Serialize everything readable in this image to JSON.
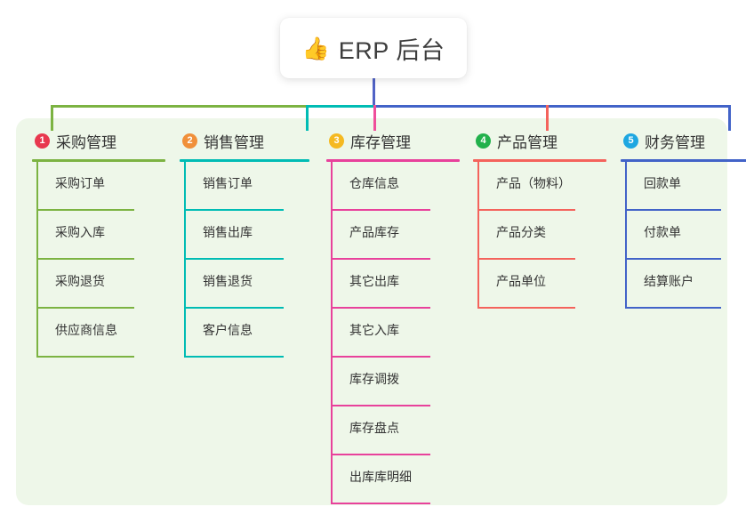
{
  "diagram": {
    "title_node": {
      "icon": "thumbs-up-icon",
      "emoji": "👍",
      "label": "ERP 后台"
    },
    "panel_color": "#eef7e9",
    "root_connector_color": "#5163c6",
    "columns": [
      {
        "index": "1",
        "title": "采购管理",
        "badge_color": "#e8384f",
        "line_color": "#7cb342",
        "connector_color": "#7cb342",
        "items": [
          "采购订单",
          "采购入库",
          "采购退货",
          "供应商信息"
        ]
      },
      {
        "index": "2",
        "title": "销售管理",
        "badge_color": "#f0903a",
        "line_color": "#00bcb4",
        "connector_color": "#00bcb4",
        "items": [
          "销售订单",
          "销售出库",
          "销售退货",
          "客户信息"
        ]
      },
      {
        "index": "3",
        "title": "库存管理",
        "badge_color": "#f5b921",
        "line_color": "#e8419b",
        "connector_color": "#ef4e9b",
        "items": [
          "仓库信息",
          "产品库存",
          "其它出库",
          "其它入库",
          "库存调拨",
          "库存盘点",
          "出库库明细"
        ]
      },
      {
        "index": "4",
        "title": "产品管理",
        "badge_color": "#22b14c",
        "line_color": "#f4635c",
        "connector_color": "#f4635c",
        "items": [
          "产品（物料）",
          "产品分类",
          "产品单位"
        ]
      },
      {
        "index": "5",
        "title": "财务管理",
        "badge_color": "#1ea7e1",
        "line_color": "#4263c8",
        "connector_color": "#4263c8",
        "items": [
          "回款单",
          "付款单",
          "结算账户"
        ]
      }
    ]
  }
}
